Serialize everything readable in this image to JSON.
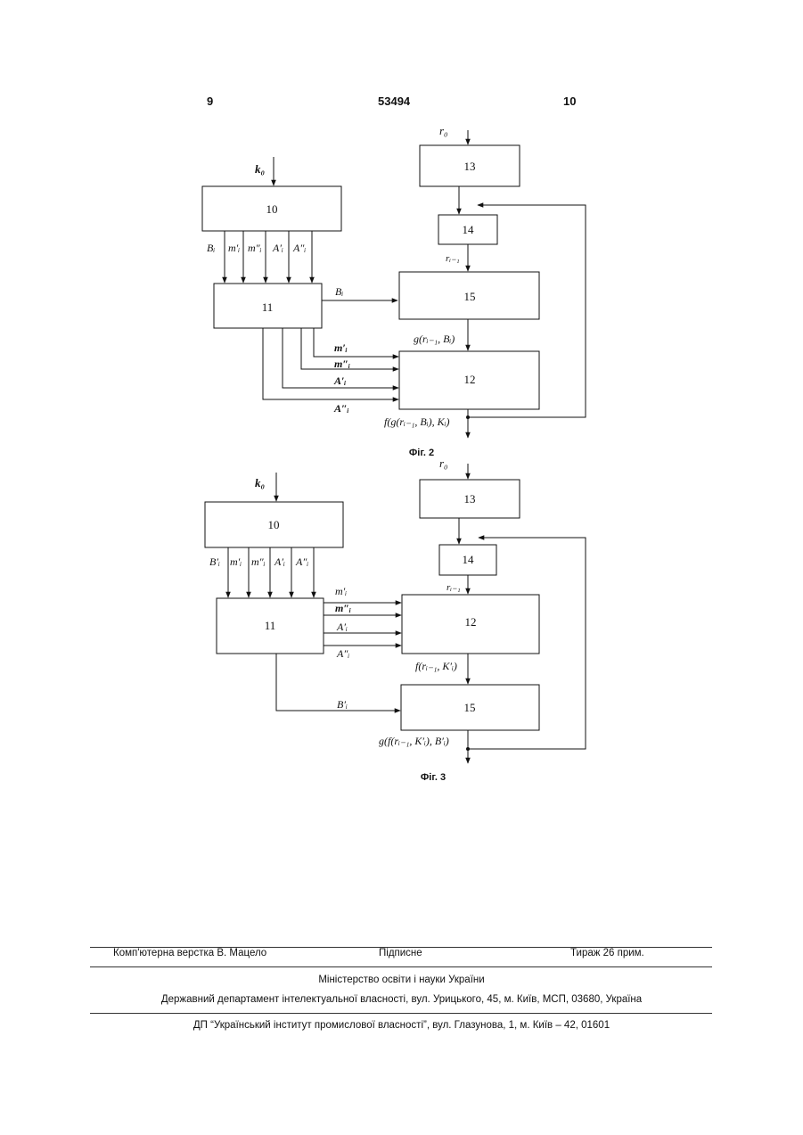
{
  "header": {
    "page_left": "9",
    "patent_number": "53494",
    "page_right": "10"
  },
  "fig2": {
    "caption": "Фіг. 2",
    "blocks": {
      "b10": "10",
      "b11": "11",
      "b12": "12",
      "b13": "13",
      "b14": "14",
      "b15": "15"
    },
    "labels": {
      "k0": "k₀",
      "r0": "r₀",
      "ri1": "rᵢ₋₁",
      "Bi_top": "Bᵢ",
      "mpi_top": "m′ᵢ",
      "mppi_top": "m″ᵢ",
      "Api_top": "A′ᵢ",
      "Appi_top": "A″ᵢ",
      "Bi_to15": "Bᵢ",
      "g_out": "g(rᵢ₋₁, Bᵢ)",
      "mpi": "m′ᵢ",
      "mppi": "m″ᵢ",
      "Api": "A′ᵢ",
      "Appi": "A″ᵢ",
      "f_out": "f(g(rᵢ₋₁, Bᵢ), Kᵢ)"
    }
  },
  "fig3": {
    "caption": "Фіг. 3",
    "blocks": {
      "b10": "10",
      "b11": "11",
      "b12": "12",
      "b13": "13",
      "b14": "14",
      "b15": "15"
    },
    "labels": {
      "k0": "k₀",
      "r0": "r₀",
      "ri1": "rᵢ₋₁",
      "Bpi_top": "B′ᵢ",
      "mpi_top": "m′ᵢ",
      "mppi_top": "m″ᵢ",
      "Api_top": "A′ᵢ",
      "Appi_top": "A″ᵢ",
      "mpi": "m′ᵢ",
      "mppi": "m″ᵢ",
      "Api": "A′ᵢ",
      "Appi": "A″ᵢ",
      "f_out": "f(rᵢ₋₁, K′ᵢ)",
      "Bpi": "B′ᵢ",
      "g_out": "g(f(rᵢ₋₁, K′ᵢ), B′ᵢ)"
    }
  },
  "footer": {
    "typesetting": "Комп'ютерна верстка В. Мацело",
    "signed": "Підписне",
    "circulation": "Тираж 26 прим.",
    "ministry": "Міністерство освіти і науки України",
    "department": "Державний департамент інтелектуальної власності, вул. Урицького, 45, м. Київ, МСП, 03680, Україна",
    "institute": "ДП “Український інститут промислової власності”, вул. Глазунова, 1, м. Київ – 42, 01601"
  }
}
